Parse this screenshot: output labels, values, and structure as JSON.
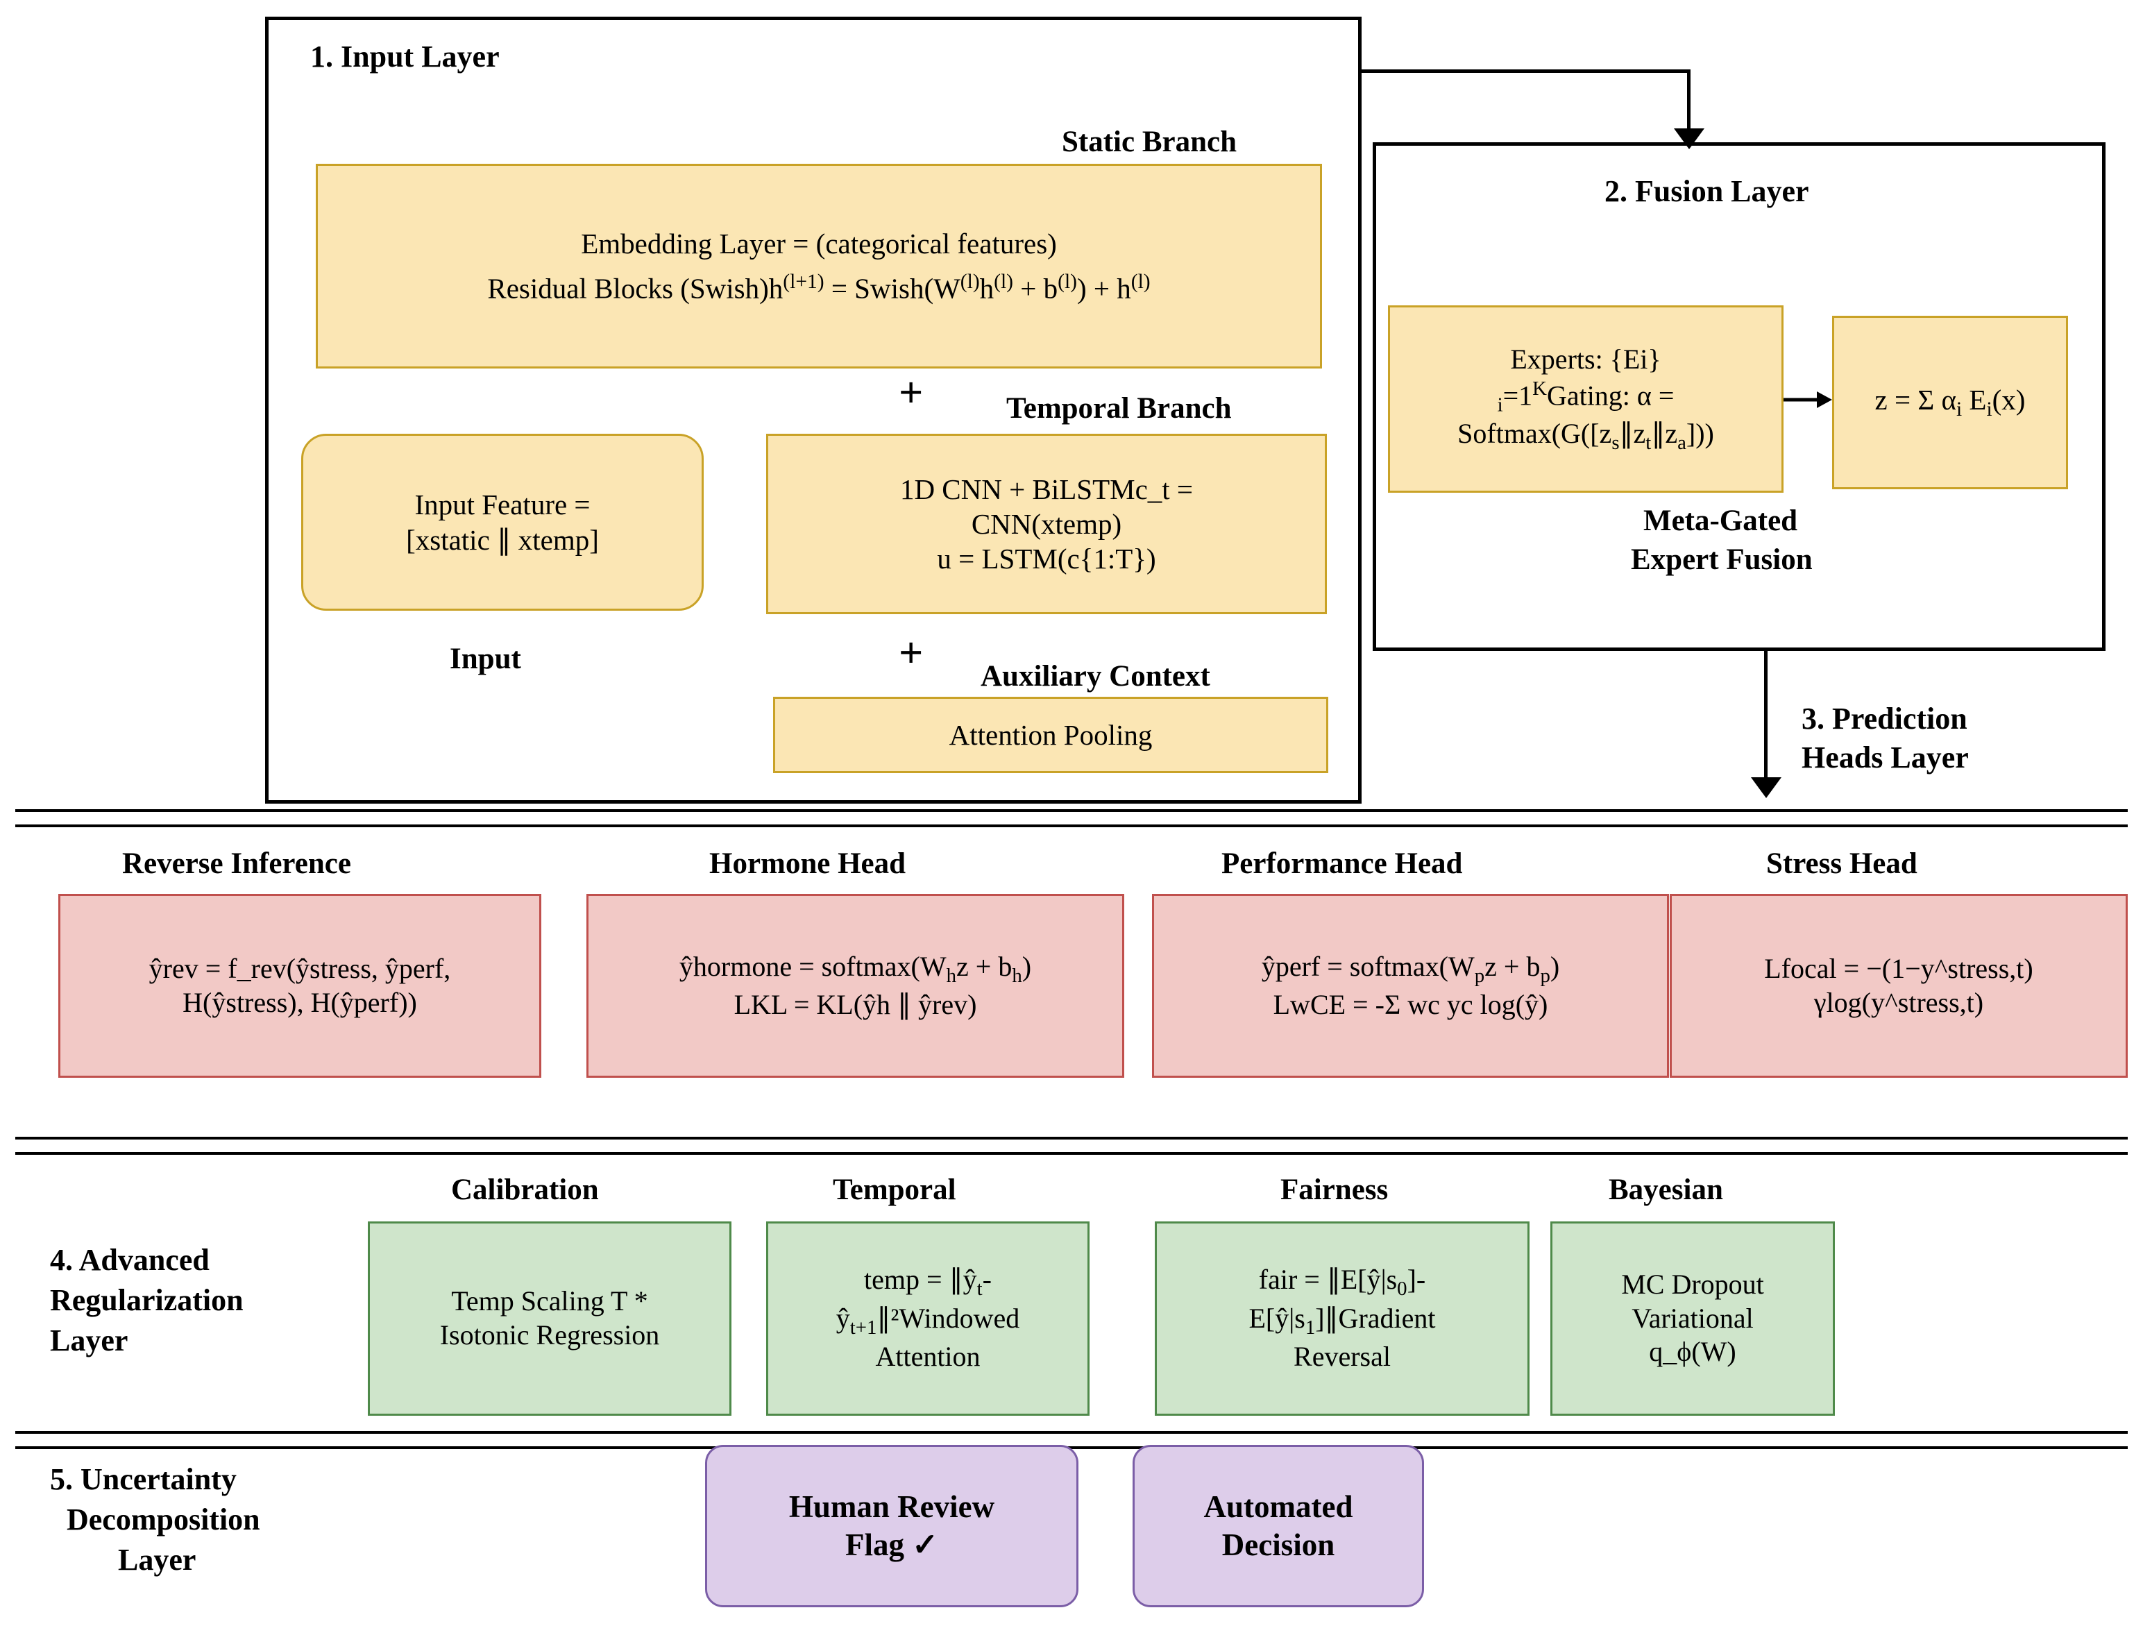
{
  "diagram": {
    "title": "Neural architecture block diagram",
    "colors": {
      "yellow_fill": "#fbe6b4",
      "yellow_border": "#c9a227",
      "pink_fill": "#f2c9c6",
      "pink_border": "#c0504d",
      "green_fill": "#cfe5cb",
      "green_border": "#4f8a4a",
      "purple_fill": "#ddcdea",
      "purple_border": "#7b5ea7",
      "outline": "#000000"
    }
  },
  "input_layer": {
    "title": "1. Input Layer",
    "static_branch_label": "Static Branch",
    "static_box_line1": "Embedding Layer = (categorical features)",
    "static_box_line2_a": "Residual Blocks (Swish)h",
    "static_box_line2_sup1": "(l+1)",
    "static_box_line2_b": " = Swish(W",
    "static_box_line2_sup2": "(l)",
    "static_box_line2_c": "h",
    "static_box_line2_sup3": "(l)",
    "static_box_line2_d": " + b",
    "static_box_line2_sup4": "(l)",
    "static_box_line2_e": ") + h",
    "static_box_line2_sup5": "(l)",
    "plus_1": "+",
    "plus_2": "+",
    "temporal_branch_label": "Temporal Branch",
    "temporal_box_line1": "1D CNN + BiLSTMc_t =",
    "temporal_box_line2": "CNN(xtemp)",
    "temporal_box_line3": "u = LSTM(c{1:T})",
    "input_feature_line1": "Input Feature =",
    "input_feature_line2": "[xstatic ∥ xtemp]",
    "input_caption": "Input",
    "aux_context_label": "Auxiliary Context",
    "aux_box_text": "Attention Pooling"
  },
  "fusion_layer": {
    "title": "2. Fusion Layer",
    "experts_line1": "Experts: {Ei}",
    "experts_line2_sub": "i",
    "experts_line2_a": "=1",
    "experts_line2_sup": "K",
    "experts_line2_b": "Gating: α =",
    "experts_line3_a": "Softmax(G([z",
    "experts_line3_sub1": "s",
    "experts_line3_b": "∥z",
    "experts_line3_sub2": "t",
    "experts_line3_c": "∥z",
    "experts_line3_sub3": "a",
    "experts_line3_d": "]))",
    "z_box_a": "z = Σ α",
    "z_box_sub": "i",
    "z_box_b": " E",
    "z_box_sub2": "i",
    "z_box_c": "(x)",
    "caption_line1": "Meta-Gated",
    "caption_line2": "Expert Fusion"
  },
  "prediction_heads_layer": {
    "title_line1": "3. Prediction",
    "title_line2": "Heads Layer",
    "heads": [
      {
        "label": "Reverse Inference",
        "line1": "ŷrev = f_rev(ŷstress, ŷperf,",
        "line2": "H(ŷstress), H(ŷperf))"
      },
      {
        "label": "Hormone Head",
        "line1_a": "ŷhormone = softmax(W",
        "line1_sub1": "h",
        "line1_b": "z + b",
        "line1_sub2": "h",
        "line1_c": ")",
        "line2": "LKL = KL(ŷh ∥ ŷrev)"
      },
      {
        "label": "Performance Head",
        "line1_a": "ŷperf = softmax(W",
        "line1_sub1": "p",
        "line1_b": "z + b",
        "line1_sub2": "p",
        "line1_c": ")",
        "line2": "LwCE = -Σ wc yc log(ŷ)"
      },
      {
        "label": "Stress Head",
        "line1": "Lfocal = −(1−y^stress,t)",
        "line2": "γlog(y^stress,t)"
      }
    ]
  },
  "regularization_layer": {
    "title_line1": "4. Advanced",
    "title_line2": "Regularization",
    "title_line3": "Layer",
    "items": [
      {
        "label": "Calibration",
        "line1": "Temp Scaling T *",
        "line2": "Isotonic Regression"
      },
      {
        "label": "Temporal",
        "line1_a": "temp = ∥ŷ",
        "line1_sub": "t",
        "line1_b": "-",
        "line2_a": "ŷ",
        "line2_sub": "t+1",
        "line2_b": "∥²Windowed",
        "line3": "Attention"
      },
      {
        "label": "Fairness",
        "line1_a": "fair = ∥E[ŷ|s",
        "line1_sub": "0",
        "line1_b": "]-",
        "line2_a": "E[ŷ|s",
        "line2_sub": "1",
        "line2_b": "]∥Gradient",
        "line3": "Reversal"
      },
      {
        "label": "Bayesian",
        "line1": "MC Dropout",
        "line2": "Variational",
        "line3": "q_ϕ(W)"
      }
    ]
  },
  "uncertainty_layer": {
    "title_line1": "5. Uncertainty",
    "title_line2": "Decomposition",
    "title_line3": "Layer",
    "buttons": [
      {
        "line1": "Human Review",
        "line2": "Flag ✓"
      },
      {
        "line1": "Automated",
        "line2": "Decision"
      }
    ]
  }
}
